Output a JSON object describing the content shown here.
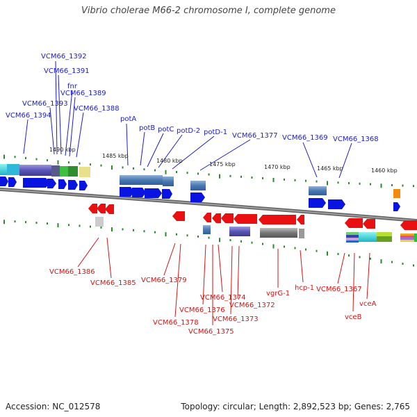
{
  "title": "Vibrio cholerae M66-2 chromosome I, complete genome",
  "footer": {
    "accession": "Accession: NC_012578",
    "topology": "Topology: circular; Length: 2,892,523 bp; Genes: 2,765"
  },
  "colors": {
    "forward_label": "#1a1ad0",
    "reverse_label": "#dd1111",
    "forward_arrow": "#0a14e0",
    "reverse_arrow": "#e81010",
    "backbone": "#777777",
    "ticks": "#2a8a2a"
  },
  "scale_labels": [
    "1490 kbp",
    "1485 kbp",
    "1480 kbp",
    "1475 kbp",
    "1470 kbp",
    "1465 kbp",
    "1460 kbp"
  ],
  "forward_labels": [
    "VCM66_1392",
    "VCM66_1391",
    "fnr",
    "VCM66_1393",
    "VCM66_1389",
    "VCM66_1388",
    "VCM66_1394",
    "potA",
    "potB",
    "potC",
    "potD-2",
    "potD-1",
    "VCM66_1377",
    "VCM66_1369",
    "VCM66_1368"
  ],
  "reverse_labels": [
    "VCM66_1386",
    "VCM66_1385",
    "VCM66_1379",
    "VCM66_1378",
    "VCM66_1376",
    "VCM66_1375",
    "VCM66_1374",
    "VCM66_1373",
    "VCM66_1372",
    "vgrG-1",
    "hcp-1",
    "VCM66_1367",
    "vceB",
    "vceA"
  ]
}
